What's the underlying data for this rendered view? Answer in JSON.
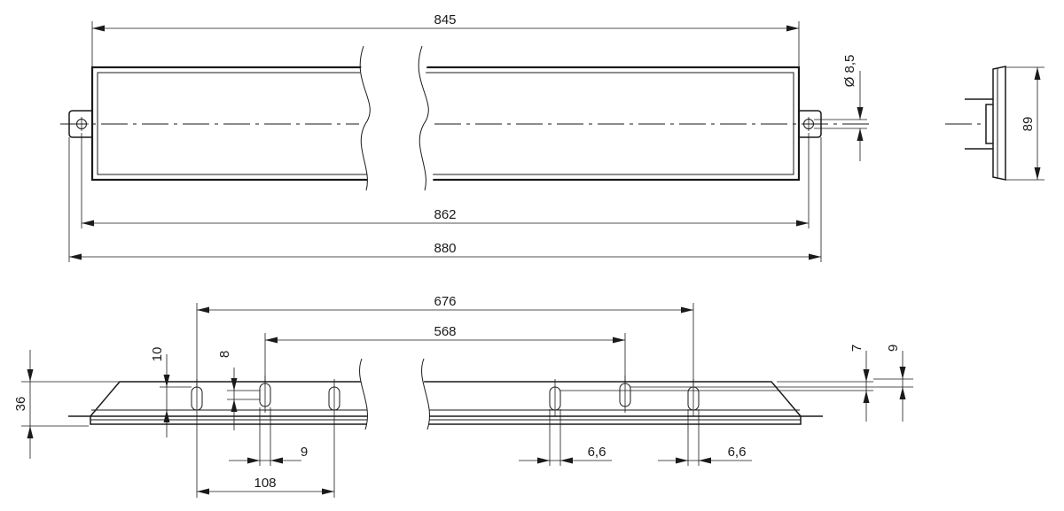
{
  "top_view": {
    "overall_width": "845",
    "hole_diameter": "Ø 8,5",
    "mount_spacing": "862",
    "total_length": "880",
    "height": "89"
  },
  "side_view": {
    "outer_slot_span": "676",
    "inner_slot_span": "568",
    "depth": "36",
    "slot_height_left": "10",
    "slot_height_inner": "8",
    "slot_width_left": "9",
    "slot_offset": "108",
    "slot_width_right_a": "6,6",
    "slot_width_right_b": "6,6",
    "right_offset_a": "7",
    "right_offset_b": "9"
  }
}
